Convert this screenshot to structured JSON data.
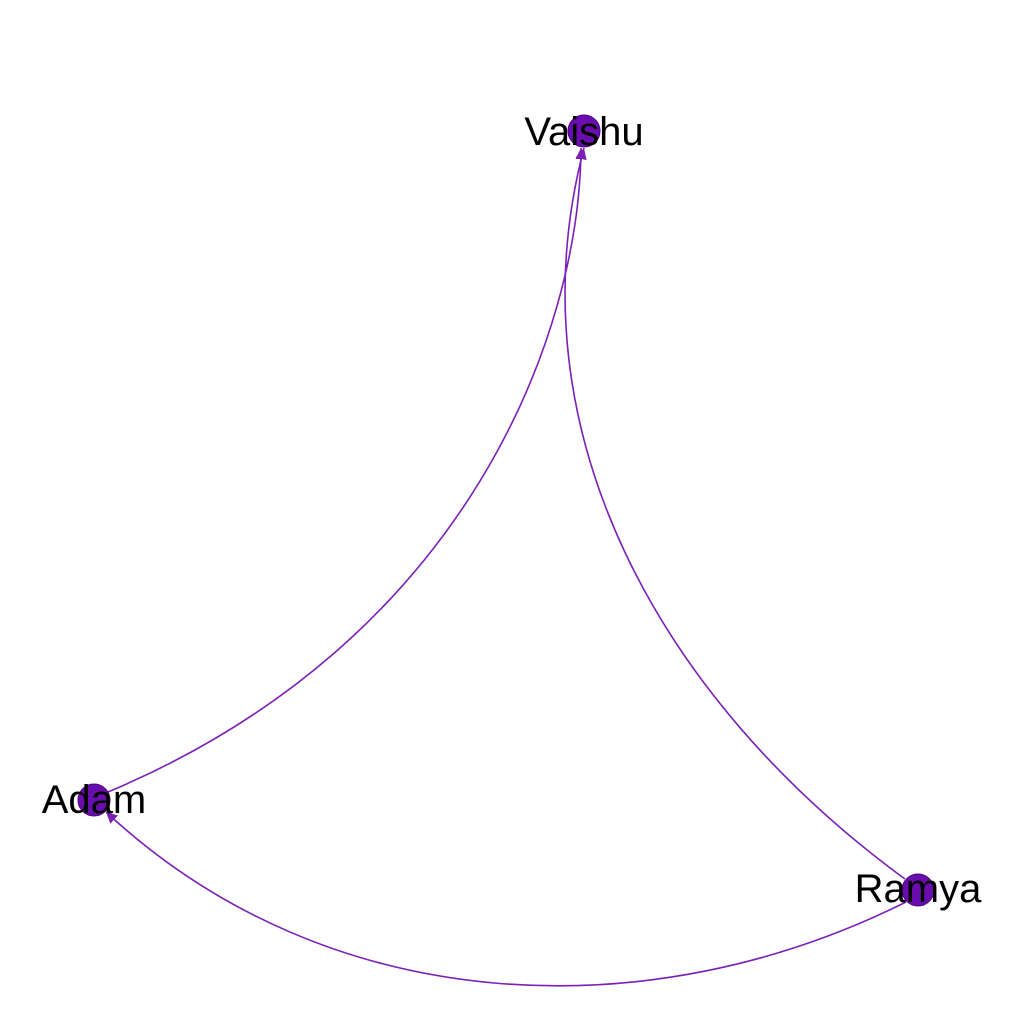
{
  "graph": {
    "directed": true,
    "node_color": "#6a0dad",
    "node_stroke": "#4b0082",
    "edge_color": "#7a1fb8",
    "label_color": "#000000",
    "nodes": [
      {
        "id": "vaishu",
        "label": "Vaishu"
      },
      {
        "id": "adam",
        "label": "Adam"
      },
      {
        "id": "ramya",
        "label": "Ramya"
      }
    ],
    "edges": [
      {
        "source": "adam",
        "target": "vaishu"
      },
      {
        "source": "ramya",
        "target": "vaishu"
      },
      {
        "source": "ramya",
        "target": "adam"
      }
    ]
  }
}
